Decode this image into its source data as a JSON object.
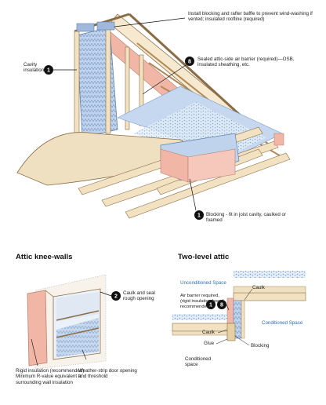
{
  "top_diagram": {
    "label_baffle": "Install blocking and rafter baffle to prevent wind-washing if vented; insulated roofline (required)",
    "label_cavity": "Cavity insulation",
    "label_air_barrier": "Sealed attic-side air barrier (required)—OSB, insulated sheathing, etc.",
    "label_blocking": "Blocking - fit in joist cavity, caulked or foamed",
    "callout_cavity": "1",
    "callout_air_barrier": "8",
    "callout_blocking": "1"
  },
  "knee_walls": {
    "heading": "Attic knee-walls",
    "label_caulk_seal": "Caulk and seal rough opening",
    "label_rigid": "Rigid insulation (recommended) Minimum R-value equivalent to surrounding wall insulation",
    "label_weather": "Weather-strip door opening and threshold",
    "callout_caulk": "2"
  },
  "two_level": {
    "heading": "Two-level attic",
    "label_unconditioned": "Unconditioned Space",
    "label_conditioned_right": "Conditioned Space",
    "label_conditioned_bottom": "Conditioned space",
    "label_air_barrier": "Air barrier required, (rigid insulation board recommended)",
    "label_caulk_top": "Caulk",
    "label_caulk_mid": "Caulk",
    "label_glue": "Glue",
    "label_blocking": "Blocking",
    "callout_a": "1",
    "callout_b": "8"
  },
  "colors": {
    "wood": "#f2e2c2",
    "wood_stroke": "#8a6d45",
    "insulation_blue": "#bfd3ec",
    "air_barrier_pink": "#f2b6a6",
    "batt_pattern": "#9fb8dc",
    "callout_fill": "#111111",
    "accent_text_blue": "#2f6fb5"
  }
}
